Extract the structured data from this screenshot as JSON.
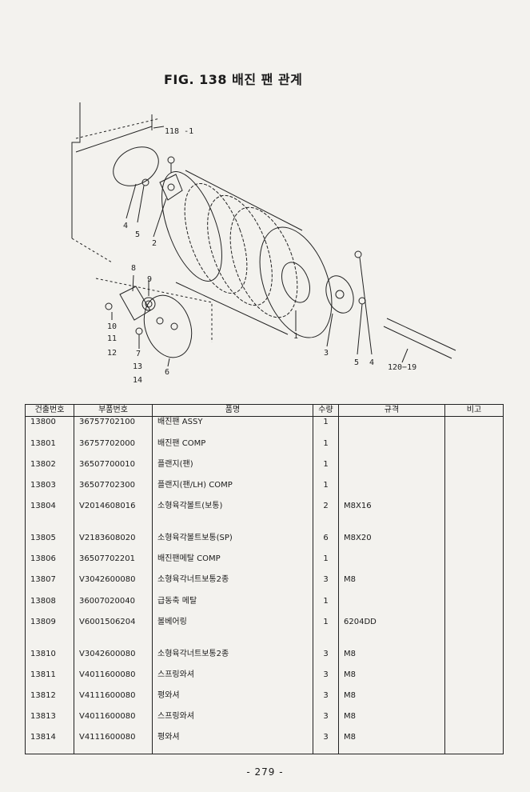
{
  "figure_title": "FIG. 138 배진 팬 관계",
  "callouts": {
    "c118_1": "118 -1",
    "c4": "4",
    "c5": "5",
    "c2": "2",
    "c8": "8",
    "c9": "9",
    "c10": "10",
    "c11": "11",
    "c12": "12",
    "c7": "7",
    "c13": "13",
    "c14": "14",
    "c6": "6",
    "c1": "1",
    "c3": "3",
    "c5b": "5",
    "c4b": "4",
    "c120_19": "120−19"
  },
  "table": {
    "headers": [
      "건출번호",
      "부품번호",
      "품명",
      "수량",
      "규격",
      "비고"
    ],
    "groups": [
      [
        {
          "no": "13800",
          "part": "36757702100",
          "name": "배진팬 ASSY",
          "qty": "1",
          "spec": ""
        },
        {
          "no": "13801",
          "part": "36757702000",
          "name": "배진팬 COMP",
          "qty": "1",
          "spec": ""
        },
        {
          "no": "13802",
          "part": "36507700010",
          "name": "플랜지(팬)",
          "qty": "1",
          "spec": ""
        },
        {
          "no": "13803",
          "part": "36507702300",
          "name": "플랜지(팬/LH) COMP",
          "qty": "1",
          "spec": ""
        },
        {
          "no": "13804",
          "part": "V2014608016",
          "name": "소형육각볼트(보통)",
          "qty": "2",
          "spec": "M8X16"
        }
      ],
      [
        {
          "no": "13805",
          "part": "V2183608020",
          "name": "소형육각볼트보통(SP)",
          "qty": "6",
          "spec": "M8X20"
        },
        {
          "no": "13806",
          "part": "36507702201",
          "name": "배진팬메탈 COMP",
          "qty": "1",
          "spec": ""
        },
        {
          "no": "13807",
          "part": "V3042600080",
          "name": "소형육각너트보통2종",
          "qty": "3",
          "spec": "M8"
        },
        {
          "no": "13808",
          "part": "36007020040",
          "name": "급동축 메탈",
          "qty": "1",
          "spec": ""
        },
        {
          "no": "13809",
          "part": "V6001506204",
          "name": "볼베어링",
          "qty": "1",
          "spec": "6204DD"
        }
      ],
      [
        {
          "no": "13810",
          "part": "V3042600080",
          "name": "소형육각너트보통2종",
          "qty": "3",
          "spec": "M8"
        },
        {
          "no": "13811",
          "part": "V4011600080",
          "name": "스프링와셔",
          "qty": "3",
          "spec": "M8"
        },
        {
          "no": "13812",
          "part": "V4111600080",
          "name": "평와셔",
          "qty": "3",
          "spec": "M8"
        },
        {
          "no": "13813",
          "part": "V4011600080",
          "name": "스프링와셔",
          "qty": "3",
          "spec": "M8"
        },
        {
          "no": "13814",
          "part": "V4111600080",
          "name": "평와셔",
          "qty": "3",
          "spec": "M8"
        }
      ]
    ]
  },
  "page_number": "- 279 -"
}
